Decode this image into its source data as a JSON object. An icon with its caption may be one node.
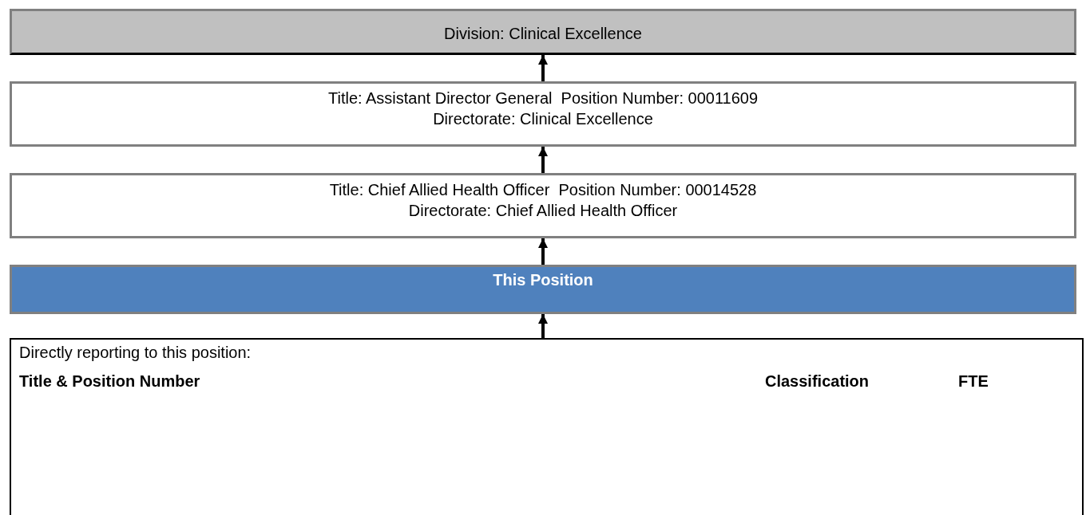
{
  "diagram": {
    "nodes": [
      {
        "text": [
          "Division: Clinical Excellence"
        ]
      },
      {
        "text": [
          "Title: Assistant Director General  Position Number: 00011609",
          "Directorate: Clinical Excellence"
        ]
      },
      {
        "text": [
          "Title: Chief Allied Health Officer  Position Number: 00014528",
          "Directorate: Chief Allied Health Officer"
        ]
      },
      {
        "text": [
          "This Position"
        ]
      },
      {
        "text": [
          "Directly reporting to this position:",
          "Title & Position Number",
          "Classification",
          "FTE"
        ]
      }
    ],
    "edges": [
      {
        "from": 1,
        "to": 0,
        "arrow": "to"
      },
      {
        "from": 2,
        "to": 1,
        "arrow": "to"
      },
      {
        "from": 3,
        "to": 2,
        "arrow": "to"
      },
      {
        "from": 4,
        "to": 3,
        "arrow": "to"
      }
    ]
  }
}
